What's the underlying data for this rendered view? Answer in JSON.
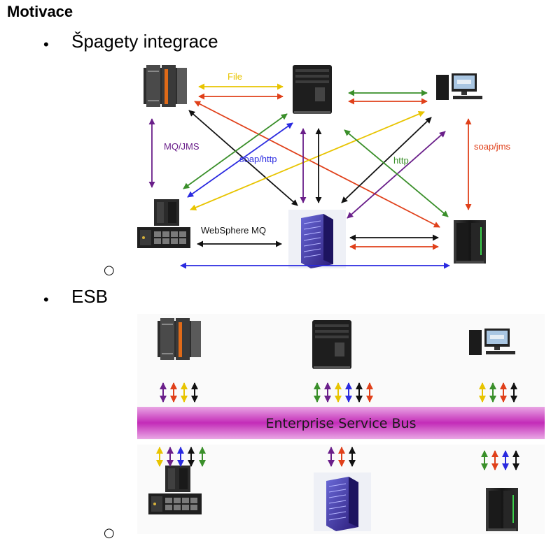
{
  "heading": "Motivace",
  "bullets": {
    "spaghetti": "Špagety integrace",
    "esb": "ESB"
  },
  "sub_bullet_symbol": "○",
  "bullet_symbol": "•",
  "spaghetti_labels": {
    "file": "File",
    "mqjms": "MQ/JMS",
    "soaphttp": "soap/http",
    "http": "http",
    "soapjms": "soap/jms",
    "websphere": "WebSphere MQ"
  },
  "esb_bar_label": "Enterprise Service Bus",
  "colors": {
    "file": "#e8c400",
    "red": "#e0401a",
    "green": "#3a8f2a",
    "purple": "#6a1f8a",
    "blue": "#2a2ae0",
    "black": "#111111",
    "esb_bar": "#c02ab5"
  },
  "icons": [
    "mainframe-icon",
    "tower-server-icon",
    "workstation-icon",
    "rack-server-icon",
    "blade-server-icon",
    "dark-mainframe-icon"
  ]
}
